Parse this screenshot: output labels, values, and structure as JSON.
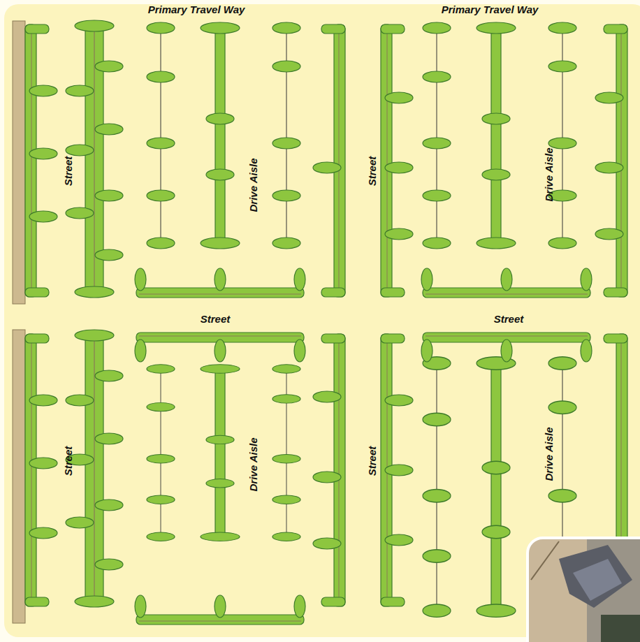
{
  "diagram": {
    "labels": [
      "Primary Travel Way",
      "Primary Travel Way",
      "Street",
      "Drive Aisle",
      "Street",
      "Drive Aisle",
      "Street",
      "Street",
      "Street",
      "Drive Aisle",
      "Street",
      "Drive Aisle"
    ]
  }
}
